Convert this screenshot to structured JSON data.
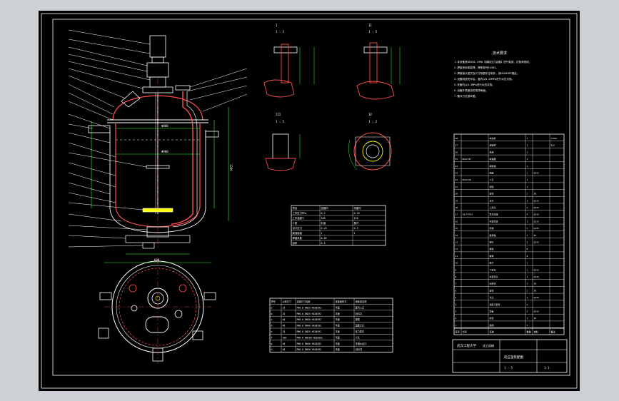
{
  "app": {
    "background": "#cdd0d4",
    "canvas_color": "#000000",
    "line_colors": {
      "frame": "#ffffff",
      "vessel": "#ff4d4d",
      "dimension": "#33ff33",
      "leader": "#ffffff",
      "accent": "#ffff00"
    }
  },
  "details": {
    "top_left": {
      "label": "I",
      "scale": "1 : 5"
    },
    "top_right": {
      "label": "II",
      "scale": "1 : 5"
    },
    "mid_left": {
      "label": "III",
      "scale": "1 : 5"
    },
    "mid_right": {
      "label": "IV",
      "scale": "1 : 2"
    }
  },
  "dimensions": {
    "vessel_inner_diameter": "Φ800",
    "jacket_diameter": "Φ900",
    "straight_height": "1200",
    "plan_width": "600"
  },
  "notes": {
    "title": "技术要求",
    "lines": [
      "1.本设备按GB150-1998《钢制压力容器》进行制造、试验和验收。",
      "2.焊接采用电弧焊，焊条型号E4303。",
      "3.焊接接头型式及尺寸除图中注明外，按HG20583规定。",
      "4.设备制造完毕后，釜内以0.25MPa进行水压试验。",
      "5.夹套内以0.3MPa进行水压试验。",
      "6.设备外表面涂防锈漆两遍。",
      "7.管口方位按本图。"
    ]
  },
  "table_tech": {
    "headers": [
      "项目",
      "容器内",
      "夹套内"
    ],
    "rows": [
      [
        "工作压力MPa",
        "0.2",
        "0.25"
      ],
      [
        "工作温度℃",
        "100",
        "130"
      ],
      [
        "介质",
        "料液",
        "蒸汽"
      ],
      [
        "设计压力",
        "0.25",
        "0.3"
      ],
      [
        "腐蚀裕量",
        "1",
        "1"
      ],
      [
        "焊缝系数",
        "0.85",
        ""
      ],
      [
        "容积",
        "0.5",
        ""
      ]
    ]
  },
  "table_nozzles": {
    "headers": [
      "符号",
      "公称尺寸",
      "连接尺寸标准",
      "连接面形式",
      "用途或名称"
    ],
    "rows": [
      [
        "a",
        "25",
        "PN0.6 DN25 HG20592",
        "平面",
        "蒸汽入口"
      ],
      [
        "b",
        "25",
        "PN0.6 DN25 HG20592",
        "平面",
        "加料口"
      ],
      [
        "c",
        "40",
        "PN0.6 DN40 HG20592",
        "平面",
        "视镜"
      ],
      [
        "d",
        "40",
        "PN0.6 DN40 HG20592",
        "平面",
        "温度计口"
      ],
      [
        "e",
        "25",
        "PN0.6 DN25 HG20592",
        "平面",
        "压力表口"
      ],
      [
        "f",
        "100",
        "PN0.6 DN100 HG20592",
        "平面",
        "人孔"
      ],
      [
        "g",
        "40",
        "PN0.6 DN40 HG20592",
        "平面",
        "冷凝水出口"
      ],
      [
        "h",
        "50",
        "PN0.6 DN50 HG20592",
        "平面",
        "出料口"
      ]
    ]
  },
  "table_parts": {
    "rows": [
      [
        "28",
        "",
        "电动机",
        "1",
        "",
        "Y100L"
      ],
      [
        "27",
        "",
        "减速机",
        "1",
        "",
        "BLD"
      ],
      [
        "26",
        "",
        "机架",
        "1",
        "",
        ""
      ],
      [
        "25",
        "HG21537",
        "联轴器",
        "1",
        "",
        ""
      ],
      [
        "24",
        "",
        "填料箱",
        "1",
        "",
        ""
      ],
      [
        "23",
        "",
        "底座",
        "1",
        "Q235",
        ""
      ],
      [
        "22",
        "HG21515",
        "人孔",
        "1",
        "",
        ""
      ],
      [
        "21",
        "",
        "视镜",
        "1",
        "",
        ""
      ],
      [
        "20",
        "",
        "接管",
        "1",
        "20",
        ""
      ],
      [
        "19",
        "",
        "法兰",
        "2",
        "Q235",
        ""
      ],
      [
        "18",
        "",
        "上封头",
        "1",
        "Q235",
        ""
      ],
      [
        "17",
        "JB/T4725",
        "耳式支座",
        "4",
        "Q235",
        ""
      ],
      [
        "16",
        "",
        "夹套筒体",
        "1",
        "Q235",
        ""
      ],
      [
        "15",
        "",
        "筒体",
        "1",
        "Q235",
        ""
      ],
      [
        "14",
        "",
        "搅拌轴",
        "1",
        "45",
        ""
      ],
      [
        "13",
        "",
        "桨叶",
        "2",
        "Q235",
        ""
      ],
      [
        "12",
        "",
        "螺栓",
        "8",
        "",
        ""
      ],
      [
        "11",
        "",
        "螺母",
        "8",
        "",
        ""
      ],
      [
        "10",
        "",
        "垫片",
        "1",
        "",
        ""
      ],
      [
        "9",
        "",
        "下封头",
        "1",
        "Q235",
        ""
      ],
      [
        "8",
        "",
        "夹套封头",
        "1",
        "Q235",
        ""
      ],
      [
        "7",
        "",
        "出料管",
        "1",
        "20",
        ""
      ],
      [
        "6",
        "",
        "接管",
        "1",
        "20",
        ""
      ],
      [
        "5",
        "",
        "法兰",
        "1",
        "Q235",
        ""
      ],
      [
        "4",
        "",
        "温度计套管",
        "1",
        "",
        ""
      ],
      [
        "3",
        "",
        "挡板",
        "2",
        "Q235",
        ""
      ],
      [
        "2",
        "",
        "蛇管",
        "1",
        "20",
        ""
      ],
      [
        "1",
        "",
        "底阀",
        "1",
        "",
        ""
      ]
    ],
    "header": [
      "序号",
      "代号",
      "名称",
      "数量",
      "材料",
      "备注"
    ]
  },
  "title_block": {
    "school": "武汉工程大学",
    "dept": "化工机械",
    "drawing_title": "反应釜装配图",
    "scale": "1 : 5",
    "sheet": "1-1"
  }
}
